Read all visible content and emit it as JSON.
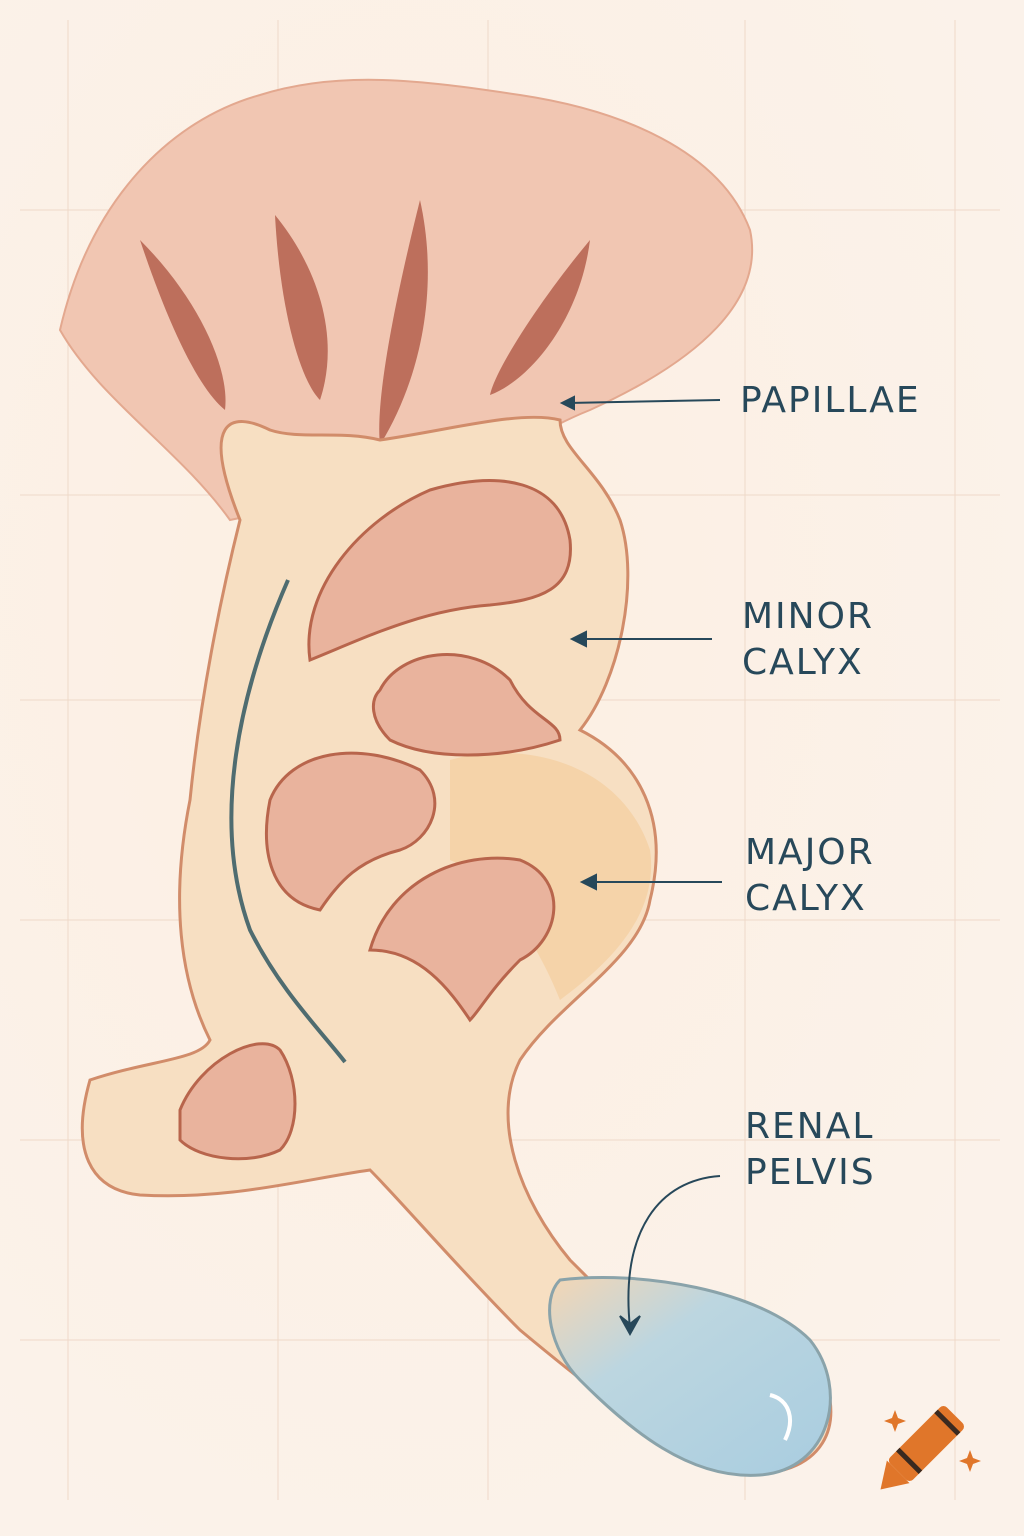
{
  "labels": {
    "papillae": "PAPILLAE",
    "minor_calyx": [
      "MINOR",
      "CALYX"
    ],
    "major_calyx": [
      "MAJOR",
      "CALYX"
    ],
    "renal_pelvis": [
      "RENAL",
      "PELVIS"
    ]
  },
  "colors": {
    "background": "#fbf0e5",
    "label_text": "#27485a",
    "tissue": "#f6dcc0",
    "tissue_outline": "#c77a5a",
    "cavity": "#e6ad98",
    "pelvis": "#b9d6e2",
    "ureter_line": "#4f6c70",
    "logo": "#e0762a"
  },
  "icons": [
    "crayon-logo-icon",
    "sparkle-icon"
  ]
}
